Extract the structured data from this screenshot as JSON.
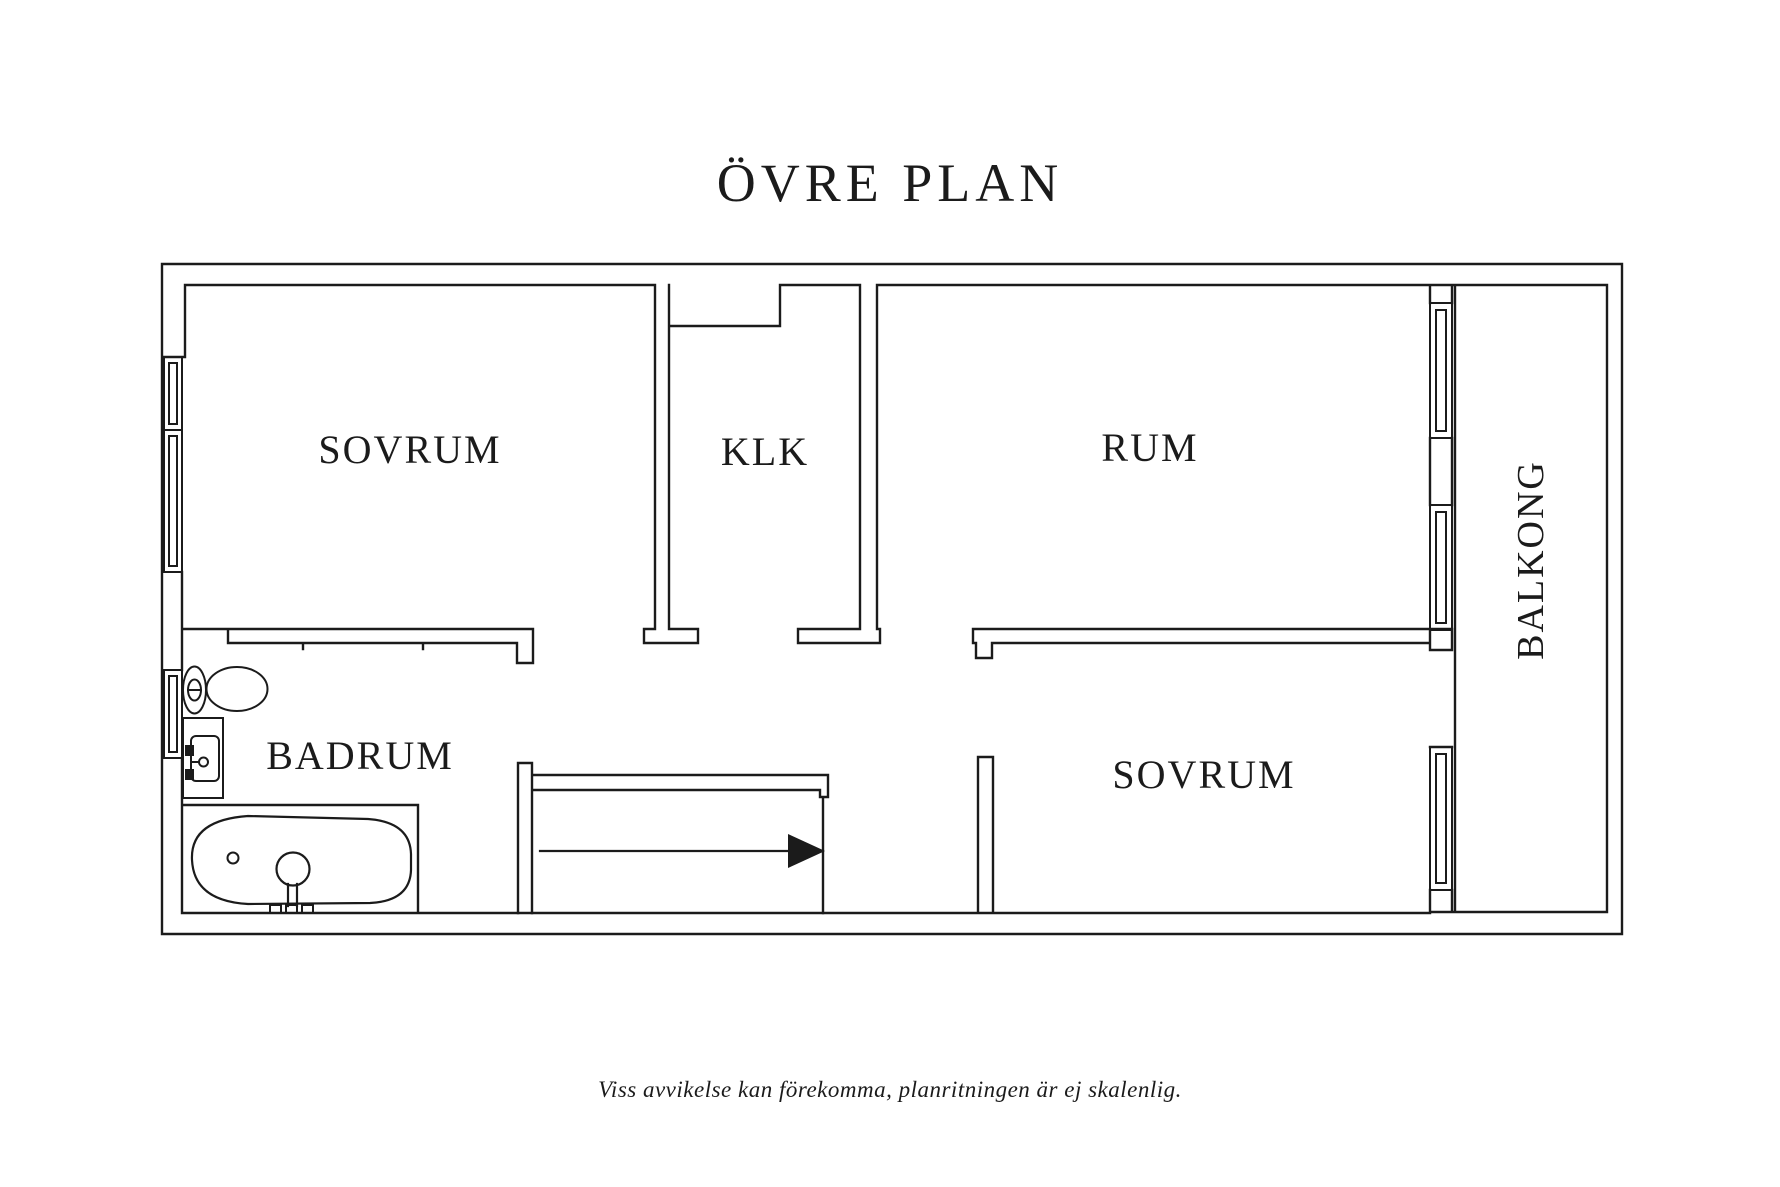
{
  "title": {
    "text": "ÖVRE PLAN"
  },
  "rooms": [
    {
      "id": "sovrum-1",
      "label": "SOVRUM"
    },
    {
      "id": "klk",
      "label": "KLK"
    },
    {
      "id": "rum",
      "label": "RUM"
    },
    {
      "id": "badrum",
      "label": "BADRUM"
    },
    {
      "id": "sovrum-2",
      "label": "SOVRUM"
    },
    {
      "id": "balkong",
      "label": "BALKONG"
    }
  ],
  "footer": {
    "disclaimer": "Viss avvikelse kan förekomma, planritningen är ej skalenlig."
  },
  "symbols": [
    "toilet",
    "sink",
    "bathtub",
    "staircase",
    "direction-arrow",
    "window"
  ],
  "colors": {
    "background": "#ffffff",
    "line": "#1b1b1b",
    "text": "#1b1b1b"
  }
}
